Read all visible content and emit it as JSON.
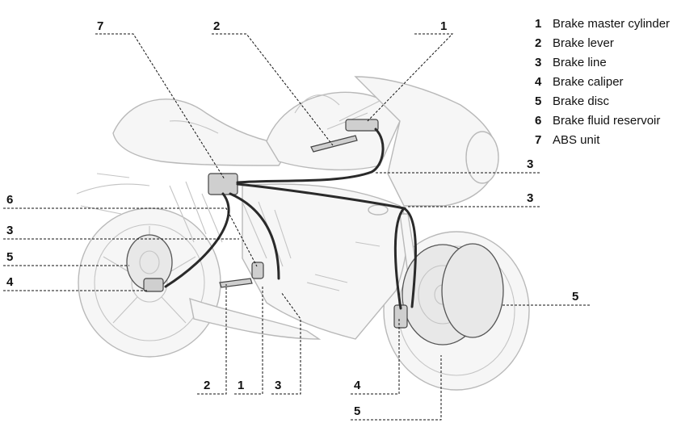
{
  "legend": [
    {
      "num": "1",
      "label": "Brake master cylinder"
    },
    {
      "num": "2",
      "label": "Brake lever"
    },
    {
      "num": "3",
      "label": "Brake line"
    },
    {
      "num": "4",
      "label": "Brake caliper"
    },
    {
      "num": "5",
      "label": "Brake disc"
    },
    {
      "num": "6",
      "label": "Brake fluid reservoir"
    },
    {
      "num": "7",
      "label": "ABS unit"
    }
  ],
  "callouts": {
    "top_7": "7",
    "top_2": "2",
    "top_1": "1",
    "right_3_upper": "3",
    "right_3_lower": "3",
    "right_5": "5",
    "left_6": "6",
    "left_3": "3",
    "left_5": "5",
    "left_4": "4",
    "bottom_2": "2",
    "bottom_1": "1",
    "bottom_3": "3",
    "bottom_4": "4",
    "bottom_5": "5"
  }
}
